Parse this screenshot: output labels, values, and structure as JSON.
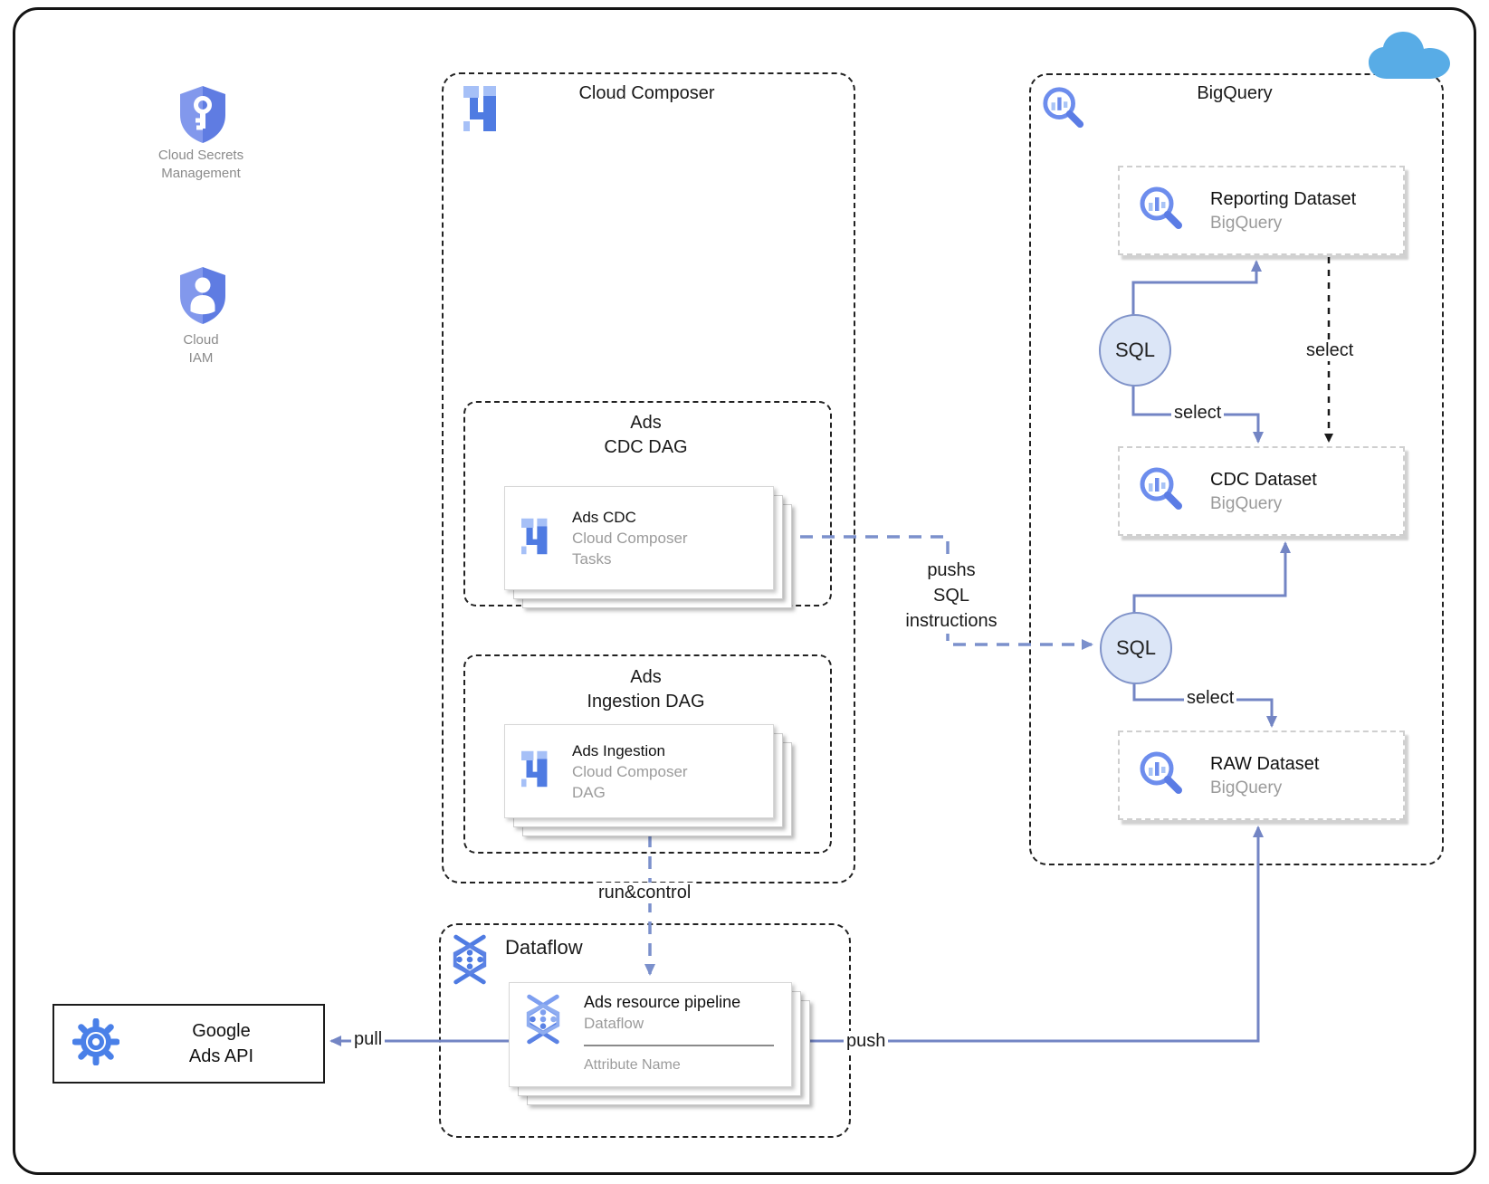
{
  "nodes": {
    "secrets": {
      "line1": "Cloud Secrets",
      "line2": "Management"
    },
    "iam": {
      "line1": "Cloud",
      "line2": "IAM"
    },
    "composer": {
      "title": "Cloud Composer",
      "cdc_box": {
        "line1": "Ads",
        "line2": "CDC DAG",
        "card_title": "Ads CDC",
        "card_sub1": "Cloud Composer",
        "card_sub2": "Tasks"
      },
      "ingestion_box": {
        "line1": "Ads",
        "line2": "Ingestion DAG",
        "card_title": "Ads Ingestion",
        "card_sub1": "Cloud Composer",
        "card_sub2": "DAG"
      }
    },
    "bigquery": {
      "title": "BigQuery",
      "reporting": {
        "title": "Reporting Dataset",
        "sub": "BigQuery"
      },
      "cdc": {
        "title": "CDC Dataset",
        "sub": "BigQuery"
      },
      "raw": {
        "title": "RAW Dataset",
        "sub": "BigQuery"
      },
      "sql1": "SQL",
      "sql2": "SQL"
    },
    "dataflow": {
      "title": "Dataflow",
      "card_title": "Ads resource pipeline",
      "card_sub": "Dataflow",
      "card_attr": "Attribute Name"
    },
    "ads_api": {
      "line1": "Google",
      "line2": "Ads API"
    }
  },
  "edges": {
    "pull": "pull",
    "push": "push",
    "select_sql1": "select",
    "select_dashed": "select",
    "select_sql2": "select",
    "pushs_line1": "pushs",
    "pushs_line2": "SQL",
    "pushs_line3": "instructions",
    "run_control": "run&control"
  },
  "colors": {
    "icon_blue": "#4f7be2",
    "icon_blue_light": "#a6c0f7",
    "shield_blue": "#7b92e9",
    "arrow_blue": "#7385c4",
    "dashed_arrow_blue": "#7b90cc",
    "sql_fill": "#dce6f7",
    "sql_stroke": "#8093c9",
    "cloud_blue": "#58ace6",
    "gray_text": "#9b9b9b"
  }
}
